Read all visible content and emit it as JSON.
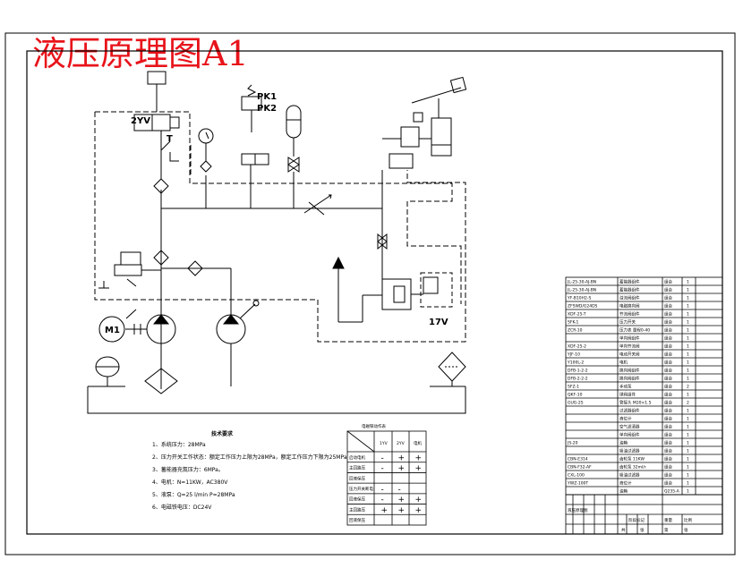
{
  "title": "液压原理图A1",
  "labels": {
    "valve_2yv": "2YV",
    "valve_t": "T",
    "pk1": "PK1",
    "pk2": "PK2",
    "m1": "M1",
    "v_17": "17V"
  },
  "tech_requirements": {
    "heading": "技术要求",
    "items": [
      "1、系统压力：28MPa",
      "2、压力开关工作状态：额定工作压力上限为28MPa，额定工作压力下限为25MPa",
      "3、蓄能器充氮压力：6MPa。",
      "4、电机：N=11KW，AC380V",
      "5、液泵：Q=25 l/min  P=28MPa",
      "6、电磁铁电压：DC24V"
    ]
  },
  "action_table": {
    "caption": "电磁铁动作表",
    "headers": [
      "1YV",
      "2YV",
      "电机"
    ],
    "rows": [
      {
        "label": "启动电机",
        "cells": [
          "-",
          "+",
          "+"
        ]
      },
      {
        "label": "主回路压",
        "cells": [
          "-",
          "+",
          "+"
        ]
      },
      {
        "label": "回液保压",
        "cells": [
          "",
          "",
          ""
        ]
      },
      {
        "label": "压力开关断电",
        "cells": [
          "-",
          "-",
          ""
        ]
      },
      {
        "label": "回液保压",
        "cells": [
          "-",
          "+",
          "+"
        ]
      },
      {
        "label": "主回路压",
        "cells": [
          "+",
          "+",
          "+"
        ]
      },
      {
        "label": "回液保压",
        "cells": [
          "",
          "",
          ""
        ]
      }
    ]
  },
  "parts_table": {
    "rows": [
      {
        "code": "JL-25-30-AJ-BN",
        "name": "蓄能器组件",
        "mat": "组合",
        "qty": "1"
      },
      {
        "code": "JL-25-30-AJ-BN",
        "name": "蓄能器组件",
        "mat": "组合",
        "qty": "1"
      },
      {
        "code": "YF-B10H2-S",
        "name": "溢流阀组件",
        "mat": "组合",
        "qty": "1"
      },
      {
        "code": "ZFSWD/G24DS",
        "name": "电磁换向阀",
        "mat": "组合",
        "qty": "1"
      },
      {
        "code": "XDF-25-T",
        "name": "节流阀组件",
        "mat": "组合",
        "qty": "1"
      },
      {
        "code": "SFK-1",
        "name": "压力开关",
        "mat": "组合",
        "qty": "1"
      },
      {
        "code": "ZCR-10",
        "name": "压力表 量程0-40",
        "mat": "组合",
        "qty": "1"
      },
      {
        "code": "",
        "name": "单向阀组件",
        "mat": "组合",
        "qty": "1"
      },
      {
        "code": "XDF-25-2",
        "name": "单向节流阀",
        "mat": "组合",
        "qty": "1"
      },
      {
        "code": "YJF-10",
        "name": "电动开关阀",
        "mat": "组合",
        "qty": "1"
      },
      {
        "code": "Y100L-2",
        "name": "电机",
        "mat": "组合",
        "qty": "1"
      },
      {
        "code": "DFB-1-2-2",
        "name": "换向阀组件",
        "mat": "组合",
        "qty": "1"
      },
      {
        "code": "DFB-2-2-2",
        "name": "换向阀组件",
        "mat": "组合",
        "qty": "1"
      },
      {
        "code": "SFZ-1",
        "name": "手动泵",
        "mat": "组合",
        "qty": "2"
      },
      {
        "code": "QKF-10",
        "name": "球阀组件",
        "mat": "组合",
        "qty": "1"
      },
      {
        "code": "GUG-25",
        "name": "管接头 M20×1.5",
        "mat": "组合",
        "qty": "2"
      },
      {
        "code": "",
        "name": "过滤器组件",
        "mat": "组合",
        "qty": "1"
      },
      {
        "code": "",
        "name": "液位计",
        "mat": "组合",
        "qty": "1"
      },
      {
        "code": "",
        "name": "空气滤清器",
        "mat": "组合",
        "qty": "1"
      },
      {
        "code": "",
        "name": "单向阀组件",
        "mat": "组合",
        "qty": "1"
      },
      {
        "code": "JS-20",
        "name": "油箱",
        "mat": "组合",
        "qty": "1"
      },
      {
        "code": "",
        "name": "吸油过滤器",
        "mat": "组合",
        "qty": "1"
      },
      {
        "code": "CBN-E314",
        "name": "齿轮泵 11KW",
        "mat": "组合",
        "qty": "1"
      },
      {
        "code": "CBN-F32-AF",
        "name": "齿轮泵 32ml/r",
        "mat": "组合",
        "qty": "1"
      },
      {
        "code": "CXL-100",
        "name": "吸油过滤器",
        "mat": "组合",
        "qty": "1"
      },
      {
        "code": "YWZ-100T",
        "name": "液位计",
        "mat": "组合",
        "qty": "1"
      },
      {
        "code": "",
        "name": "油箱",
        "mat": "Q235-A",
        "qty": "1"
      }
    ]
  },
  "title_block": {
    "header": "液压原理图",
    "sub": [
      "阶段标记",
      "重量",
      "比例"
    ],
    "foot": [
      "共",
      "张",
      "第",
      "张"
    ]
  }
}
